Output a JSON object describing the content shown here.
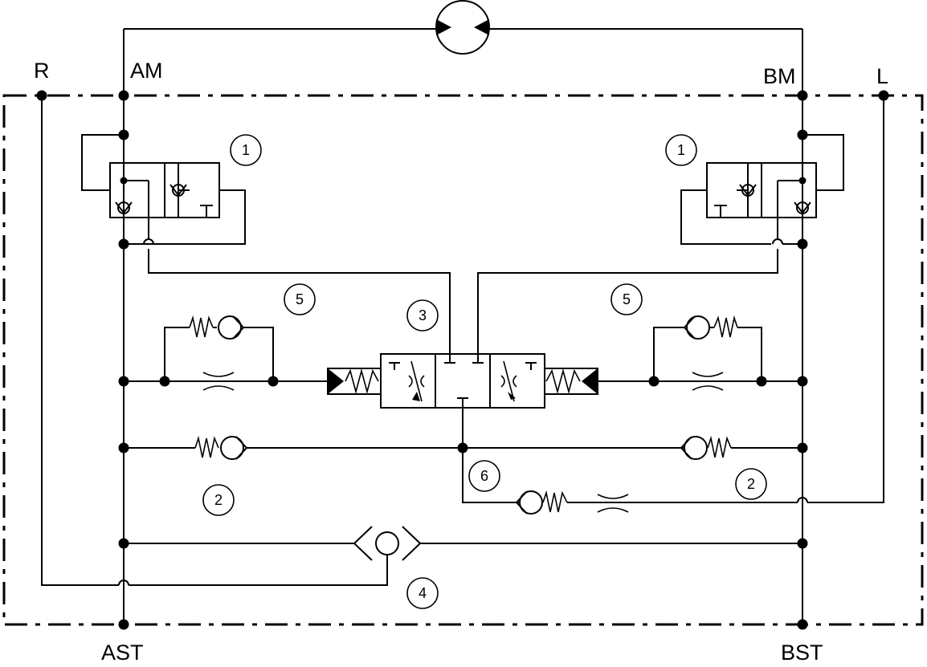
{
  "diagram": {
    "ports": {
      "R": "R",
      "AM": "AM",
      "BM": "BM",
      "L": "L",
      "AST": "AST",
      "BST": "BST"
    },
    "callouts": {
      "c1_left": "1",
      "c1_right": "1",
      "c5_left": "5",
      "c5_right": "5",
      "c3": "3",
      "c2_left": "2",
      "c2_right": "2",
      "c6": "6",
      "c4": "4"
    }
  }
}
